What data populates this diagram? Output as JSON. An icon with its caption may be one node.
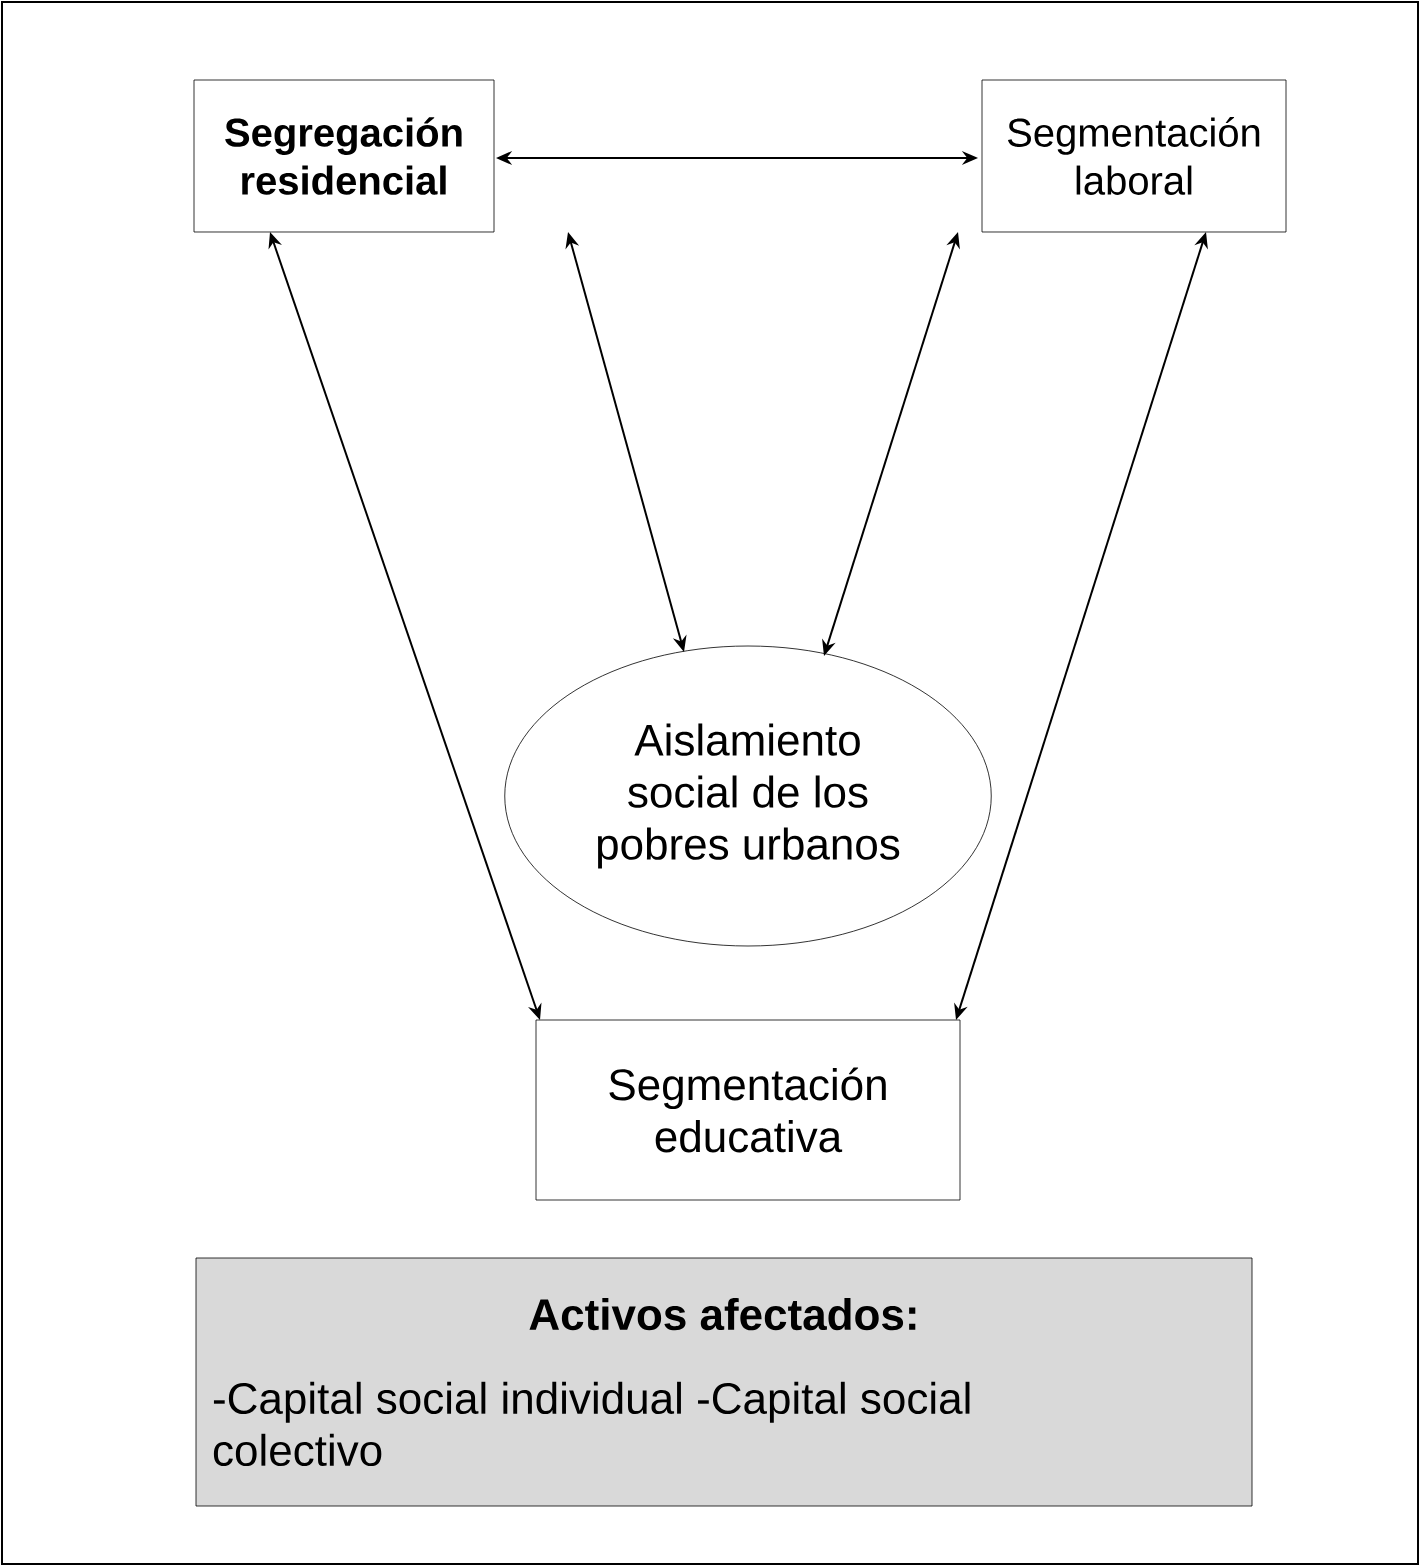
{
  "diagram": {
    "nodes": [
      {
        "text": [
          "Segregación residencial"
        ]
      },
      {
        "text": [
          "Segmentación laboral"
        ]
      },
      {
        "text": [
          "Aislamiento social de los pobres urbanos"
        ]
      },
      {
        "text": [
          "Segmentación educativa"
        ]
      },
      {
        "text": [
          "Activos afectados:",
          "-Capital social individual    -Capital social colectivo"
        ]
      }
    ],
    "edges": [
      {
        "from": 0,
        "to": 1,
        "arrow": "both"
      },
      {
        "from": 0,
        "to": 2,
        "arrow": "both"
      },
      {
        "from": 1,
        "to": 2,
        "arrow": "both"
      },
      {
        "from": 0,
        "to": 3,
        "arrow": "both"
      },
      {
        "from": 1,
        "to": 3,
        "arrow": "both"
      }
    ]
  }
}
